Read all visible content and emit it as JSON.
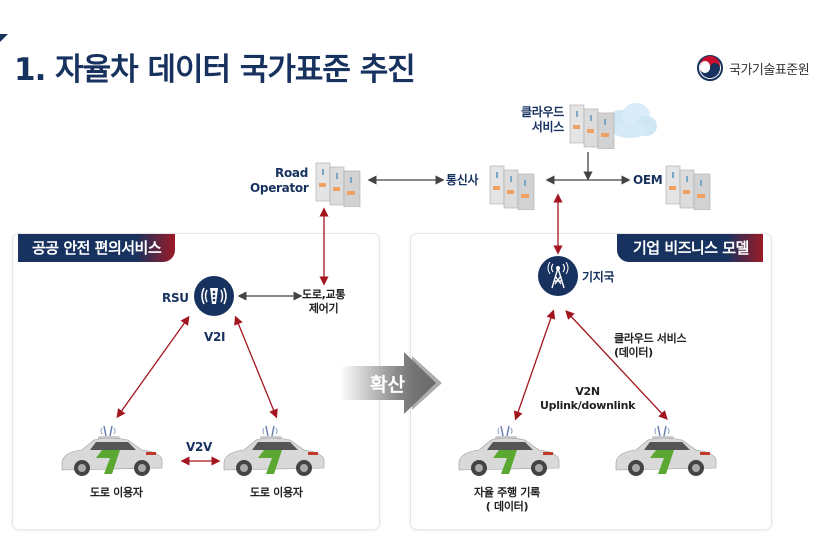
{
  "header": {
    "title": "1. 자율차 데이터 국가표준 추진",
    "org_name": "국가기술표준원",
    "org_logo_icon": "taegeuk-logo-icon"
  },
  "top_network": {
    "road_operator": [
      "Road",
      "Operator"
    ],
    "telecom": "통신사",
    "cloud_service": [
      "클라우드",
      "서비스"
    ],
    "oem": "OEM"
  },
  "left_panel": {
    "tag": "공공 안전 편의서비스",
    "rsu_label": "RSU",
    "v2i_label": "V2I",
    "road_control": [
      "도로,교통",
      "제어기"
    ],
    "v2v_label": "V2V",
    "car1_label": "도로 이용자",
    "car2_label": "도로 이용자"
  },
  "spread_arrow": {
    "label": "확산"
  },
  "right_panel": {
    "tag": "기업 비즈니스 모델",
    "base_station_label": "기지국",
    "cloud_data": [
      "클라우드 서비스",
      "(데이터)"
    ],
    "v2n": [
      "V2N",
      "Uplink/downlink"
    ],
    "car1_label": [
      "자율 주행 기록",
      "( 데이터)"
    ]
  },
  "colors": {
    "navy": "#17325f",
    "red_arrow": "#a3161f",
    "gray_arrow": "#444444",
    "accent_red": "#9c1a26",
    "car_green": "#5aa832"
  }
}
